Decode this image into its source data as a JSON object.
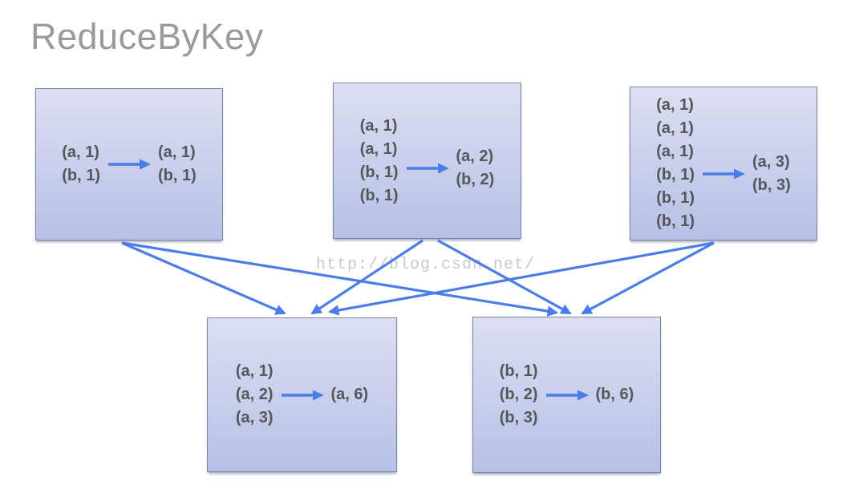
{
  "title": "ReduceByKey",
  "watermark": "http://blog.csdn.net/",
  "colors": {
    "arrow": "#4a7de8",
    "box_border": "#7b84a0",
    "box_gradient_top": "#dcdff2",
    "box_gradient_bottom": "#b7c0e6",
    "title_color": "#9a9a9a",
    "text_color": "#54585b",
    "watermark_color": "#c9c9c9"
  },
  "boxes": [
    {
      "id": "partition-1",
      "inputs": [
        "(a, 1)",
        "(b, 1)"
      ],
      "outputs": [
        "(a, 1)",
        "(b, 1)"
      ]
    },
    {
      "id": "partition-2",
      "inputs": [
        "(a, 1)",
        "(a, 1)",
        "(b, 1)",
        "(b, 1)"
      ],
      "outputs": [
        "(a, 2)",
        "(b, 2)"
      ]
    },
    {
      "id": "partition-3",
      "inputs": [
        "(a, 1)",
        "(a, 1)",
        "(a, 1)",
        "(b, 1)",
        "(b, 1)",
        "(b, 1)"
      ],
      "outputs": [
        "(a, 3)",
        "(b, 3)"
      ]
    },
    {
      "id": "reduce-a",
      "inputs": [
        "(a, 1)",
        "(a, 2)",
        "(a, 3)"
      ],
      "outputs": [
        "(a, 6)"
      ]
    },
    {
      "id": "reduce-b",
      "inputs": [
        "(b, 1)",
        "(b, 2)",
        "(b, 3)"
      ],
      "outputs": [
        "(b, 6)"
      ]
    }
  ],
  "edges": [
    {
      "from": "partition-1",
      "to": "reduce-a"
    },
    {
      "from": "partition-1",
      "to": "reduce-b"
    },
    {
      "from": "partition-2",
      "to": "reduce-a"
    },
    {
      "from": "partition-2",
      "to": "reduce-b"
    },
    {
      "from": "partition-3",
      "to": "reduce-a"
    },
    {
      "from": "partition-3",
      "to": "reduce-b"
    }
  ]
}
